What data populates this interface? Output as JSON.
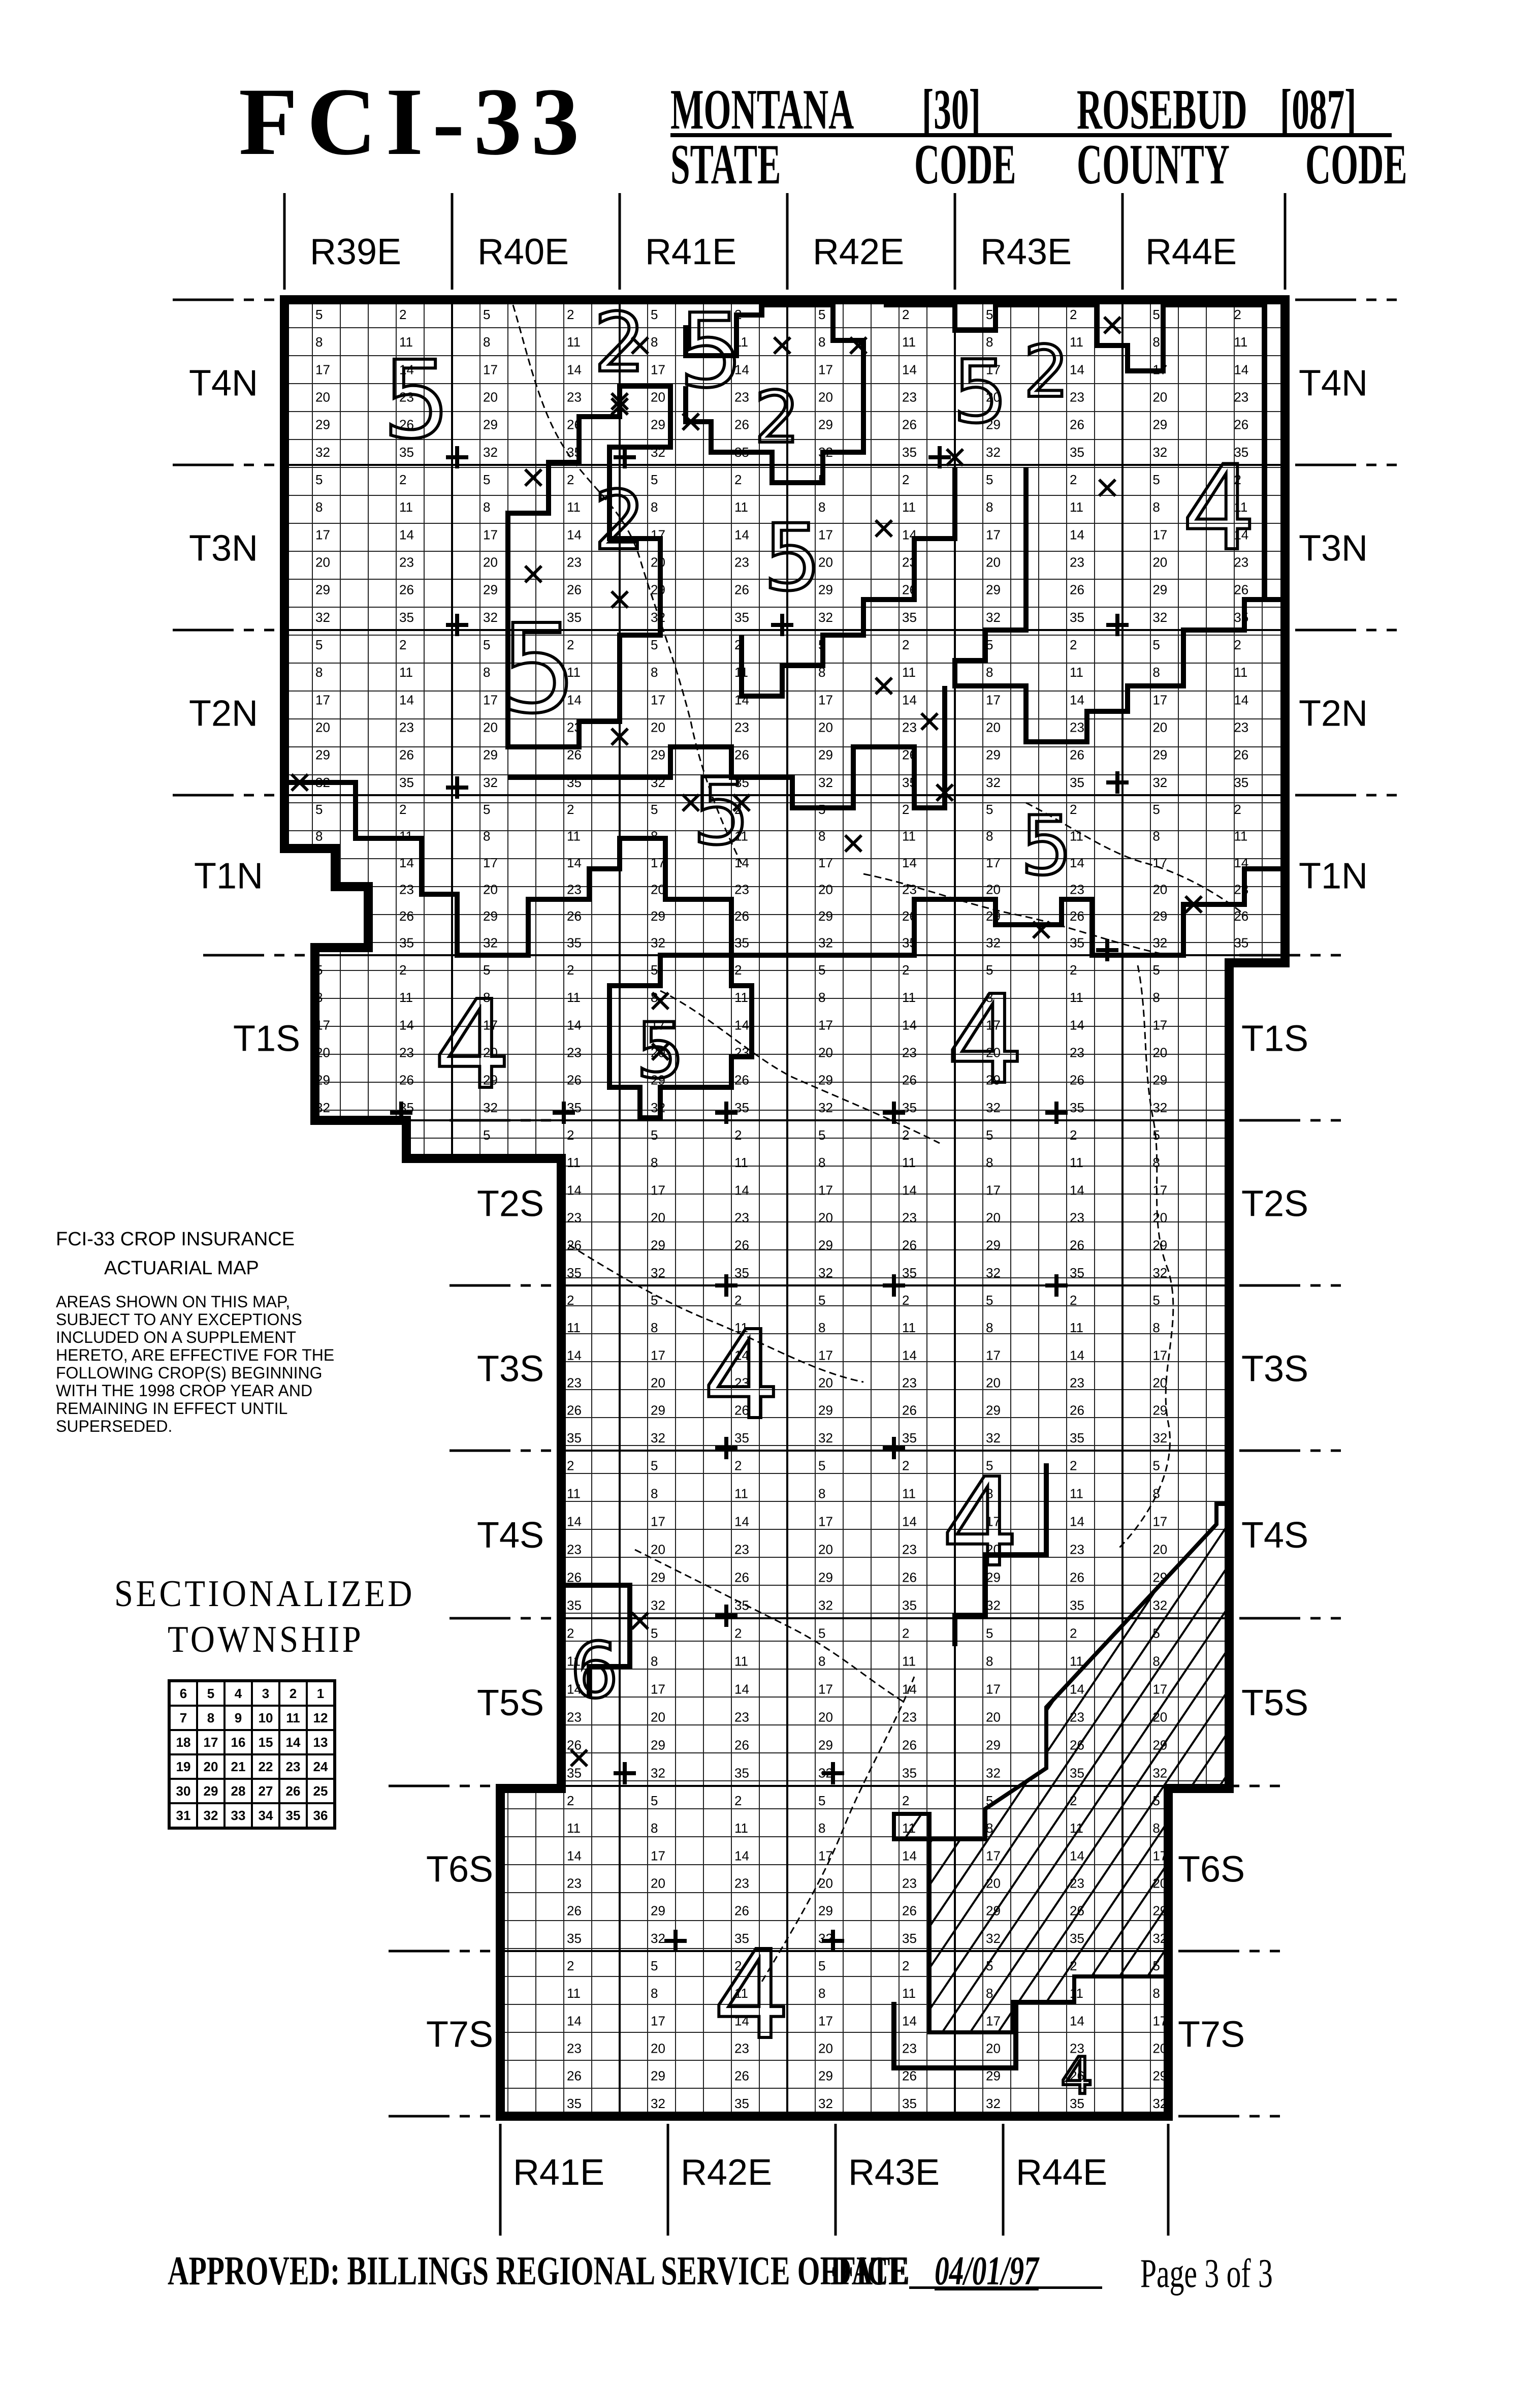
{
  "header": {
    "form_id": "FCI-33",
    "state_name": "MONTANA",
    "state_code": "[30]",
    "state_label": "STATE",
    "state_code_label": "CODE",
    "county_name": "ROSEBUD",
    "county_code": "[087]",
    "county_label": "COUNTY",
    "county_code_label": "CODE"
  },
  "ranges_top": [
    "R39E",
    "R40E",
    "R41E",
    "R42E",
    "R43E",
    "R44E"
  ],
  "ranges_bottom": [
    "R41E",
    "R42E",
    "R43E",
    "R44E"
  ],
  "townships_left": [
    "T4N",
    "T3N",
    "T2N",
    "T1N",
    "T1S",
    "T2S",
    "T3S",
    "T4S",
    "T5S",
    "T6S",
    "T7S"
  ],
  "townships_right": [
    "T4N",
    "T3N",
    "T2N",
    "T1N",
    "T1S",
    "T2S",
    "T3S",
    "T4S",
    "T5S",
    "T6S",
    "T7S"
  ],
  "area_numbers": [
    "5",
    "2",
    "5",
    "2",
    "5",
    "2",
    "2",
    "5",
    "4",
    "5",
    "5",
    "5",
    "4",
    "5",
    "4",
    "4",
    "4",
    "6",
    "4",
    "4"
  ],
  "notes": {
    "title_line1": "FCI-33 CROP INSURANCE",
    "title_line2": "ACTUARIAL MAP",
    "body_lines": [
      "AREAS SHOWN ON THIS MAP,",
      "SUBJECT TO ANY EXCEPTIONS",
      "INCLUDED ON A SUPPLEMENT",
      "HERETO, ARE EFFECTIVE FOR THE",
      "FOLLOWING CROP(S) BEGINNING",
      "WITH THE 1998 CROP YEAR AND",
      "REMAINING IN EFFECT UNTIL",
      "SUPERSEDED."
    ]
  },
  "sectionalized": {
    "title_line1": "SECTIONALIZED",
    "title_line2": "TOWNSHIP",
    "rows": [
      [
        "6",
        "5",
        "4",
        "3",
        "2",
        "1"
      ],
      [
        "7",
        "8",
        "9",
        "10",
        "11",
        "12"
      ],
      [
        "18",
        "17",
        "16",
        "15",
        "14",
        "13"
      ],
      [
        "19",
        "20",
        "21",
        "22",
        "23",
        "24"
      ],
      [
        "30",
        "29",
        "28",
        "27",
        "26",
        "25"
      ],
      [
        "31",
        "32",
        "33",
        "34",
        "35",
        "36"
      ]
    ]
  },
  "section_labels": [
    "5",
    "2",
    "8",
    "11",
    "17",
    "14",
    "20",
    "23",
    "29",
    "26",
    "32",
    "35"
  ],
  "footer": {
    "approved": "APPROVED: BILLINGS REGIONAL SERVICE OFFICE",
    "date_label": "DATE",
    "date_value": "04/01/97",
    "page": "Page 3 of 3"
  }
}
